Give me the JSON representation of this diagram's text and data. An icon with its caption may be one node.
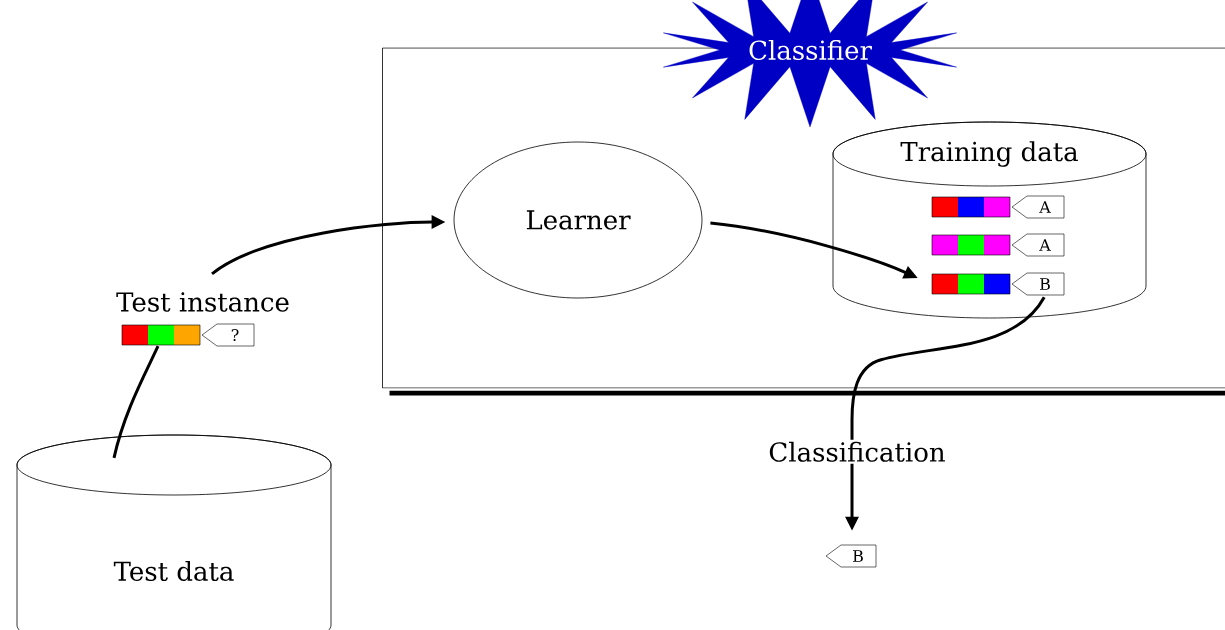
{
  "diagram": {
    "nodes": [
      {
        "text": [
          "Classifier"
        ]
      },
      {
        "text": [
          "Learner"
        ],
        "in": 0
      },
      {
        "text": [
          "Training data"
        ],
        "in": 0
      },
      {
        "text": [
          "A"
        ],
        "in": 2
      },
      {
        "text": [
          "A"
        ],
        "in": 2
      },
      {
        "text": [
          "B"
        ],
        "in": 2
      },
      {
        "text": [
          "Test instance",
          "?"
        ]
      },
      {
        "text": [
          "Test data"
        ]
      },
      {
        "text": [
          "B"
        ]
      }
    ],
    "edges": [
      {
        "from": 7,
        "to": 6,
        "arrow": "none"
      },
      {
        "from": 6,
        "to": 1,
        "arrow": "to"
      },
      {
        "from": 1,
        "to": 5,
        "arrow": "to"
      },
      {
        "from": 5,
        "to": 8,
        "arrow": "to",
        "label": "Classification"
      }
    ]
  }
}
